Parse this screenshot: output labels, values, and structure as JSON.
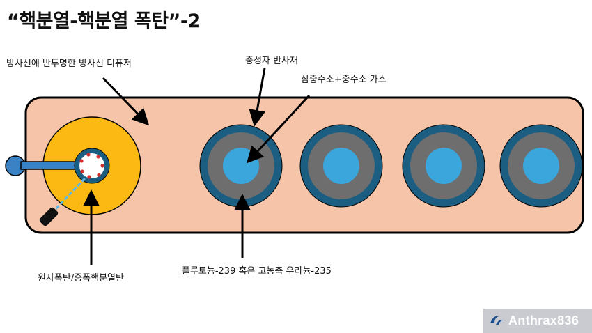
{
  "title": "“핵분열-핵분열 폭탄”-2",
  "labels": {
    "diffuser": "방사선에 반투명한 방사선 디퓨저",
    "reflector": "중성자 반사재",
    "gas": "삼중수소+중수소 가스",
    "fissile": "플루토늄-239 혹은 고농축 우라늄-235",
    "primary": "원자폭탄/증폭핵분열탄"
  },
  "watermark": {
    "text": "Anthrax836",
    "icon": "logo-icon"
  },
  "colors": {
    "casing": "#f5c4a9",
    "outline": "#000000",
    "primary_bomb": "#fcb913",
    "reflector_ring": "#1c5e82",
    "fissile_ring": "#6e6e6e",
    "gas_core": "#3aa6dc",
    "inlet": "#3b82c4",
    "neutron_dots": "#d22f2f"
  }
}
